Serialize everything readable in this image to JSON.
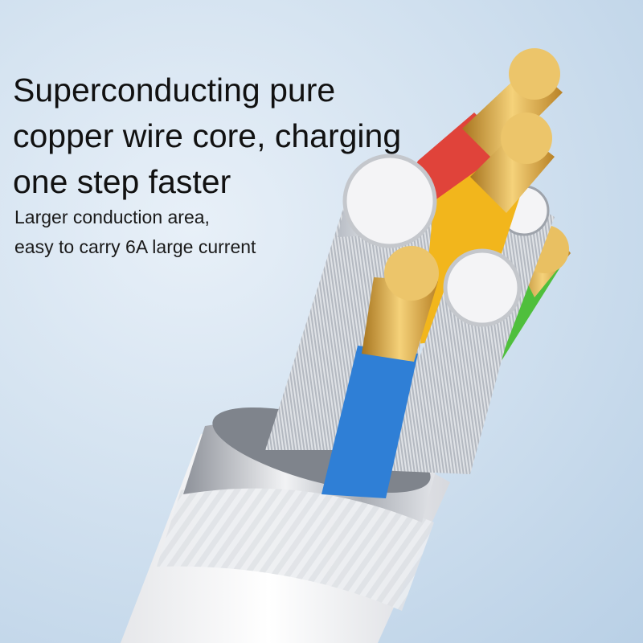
{
  "headline": {
    "line1": "Superconducting pure",
    "line2": "copper wire core, charging",
    "line3": "one step faster"
  },
  "subline": {
    "line1": "Larger conduction area,",
    "line2": "easy to carry 6A large current"
  },
  "colors": {
    "background": "#d3e2f0",
    "copper": "#d9a63f",
    "wire_red": "#e0433a",
    "wire_yellow": "#f2b61c",
    "wire_blue": "#2f7fd6",
    "wire_green": "#4fbf3c",
    "cable_jacket": "#f4f4f4",
    "metal": "#c9ccd2"
  }
}
